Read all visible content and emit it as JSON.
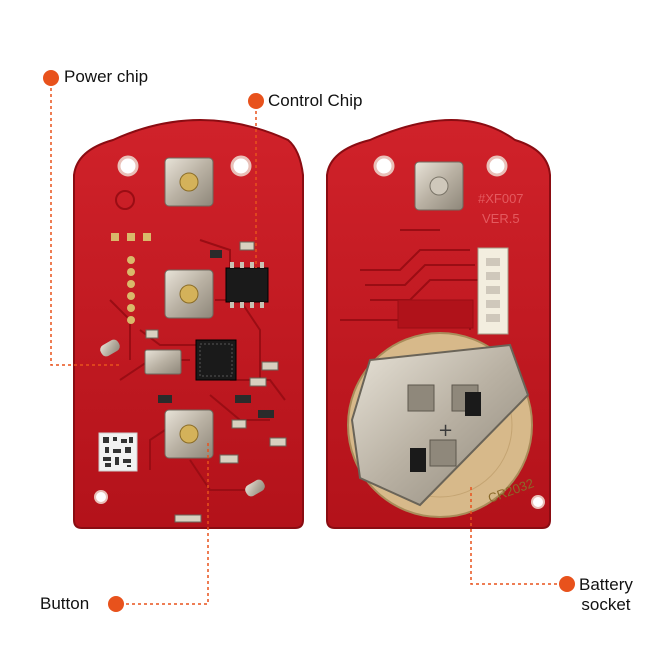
{
  "labels": {
    "power_chip": "Power chip",
    "control_chip": "Control Chip",
    "button": "Button",
    "battery_socket_line1": "Battery",
    "battery_socket_line2": "socket"
  },
  "board_back_text": {
    "model": "#XF007",
    "version": "VER.5",
    "battery_code": "CR2032"
  },
  "colors": {
    "pcb_red": "#cc1a1f",
    "pcb_dark": "#a30f16",
    "callout_orange": "#e8521c",
    "metal": "#c9c2b4",
    "copper": "#d9b96a"
  }
}
